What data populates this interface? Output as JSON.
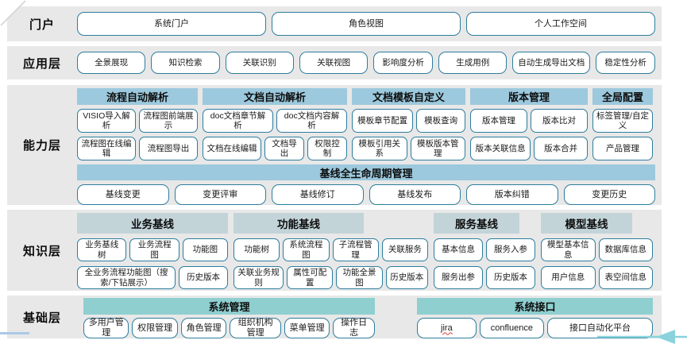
{
  "colors": {
    "band_background": "#e8e8e8",
    "capability_header_blue": "#9cc9dd",
    "knowledge_header_gray": "#c3d4d9",
    "foundation_header_teal": "#8fcfd0",
    "button_border_teal": "#2d7d9d",
    "bottom_left_line_blue": "#aac9e8",
    "bottom_right_arrow_teal": "#8ad3dc",
    "misspell_underline_red": "#e03c31"
  },
  "layers": {
    "portal": {
      "label": "门户",
      "buttons": [
        "系统门户",
        "角色视图",
        "个人工作空间"
      ]
    },
    "application": {
      "label": "应用层",
      "buttons": [
        "全景展现",
        "知识检索",
        "关联识别",
        "关联视图",
        "影响度分析",
        "生成用例",
        "自动生成导出文档",
        "稳定性分析"
      ]
    },
    "capability": {
      "label": "能力层",
      "groups": [
        {
          "header": "流程自动解析",
          "row1": [
            "VISIO导入解析",
            "流程图前端展示"
          ],
          "row2": [
            "流程图在线编辑",
            "流程图导出"
          ]
        },
        {
          "header": "文档自动解析",
          "row1": [
            "doc文档章节解析",
            "doc文档内容解析"
          ],
          "row2": [
            "文档在线编辑",
            "文档导出",
            "权限控制"
          ]
        },
        {
          "header": "文档模板自定义",
          "row1": [
            "模板章节配置",
            "模板查询"
          ],
          "row2": [
            "模板引用关系",
            "模板版本管理"
          ]
        },
        {
          "header": "版本管理",
          "row1": [
            "版本管理",
            "版本比对"
          ],
          "row2": [
            "版本关联信息",
            "版本合并"
          ]
        },
        {
          "header": "全局配置",
          "row1": [
            "标签管理/自定义"
          ],
          "row2": [
            "产品管理"
          ]
        }
      ],
      "baseline": {
        "header": "基线全生命周期管理",
        "buttons": [
          "基线变更",
          "变更评审",
          "基线修订",
          "基线发布",
          "版本纠错",
          "变更历史"
        ]
      }
    },
    "knowledge": {
      "label": "知识层",
      "groups": [
        {
          "header": "业务基线",
          "row1": [
            "业务基线树",
            "业务流程图",
            "功能图"
          ],
          "row2": [
            "全业务流程功能图（搜索/下钻展示）",
            "历史版本"
          ]
        },
        {
          "header": "功能基线",
          "row1": [
            "功能树",
            "系统流程图",
            "子流程管理",
            "关联服务"
          ],
          "row2": [
            "关联业务规则",
            "属性可配置",
            "功能全景图",
            "历史版本"
          ]
        },
        {
          "header": "服务基线",
          "row1": [
            "基本信息",
            "服务入参"
          ],
          "row2": [
            "服务出参",
            "历史版本"
          ]
        },
        {
          "header": "模型基线",
          "row1": [
            "模型基本信息",
            "数据库信息"
          ],
          "row2": [
            "用户信息",
            "表空间信息"
          ]
        }
      ]
    },
    "foundation": {
      "label": "基础层",
      "groups": [
        {
          "header": "系统管理",
          "buttons": [
            "多用户管理",
            "权限管理",
            "角色管理",
            "组织机构管理",
            "菜单管理",
            "操作日志"
          ]
        },
        {
          "header": "系统接口",
          "buttons": [
            "jira",
            "confluence",
            "接口自动化平台"
          ]
        }
      ]
    }
  }
}
